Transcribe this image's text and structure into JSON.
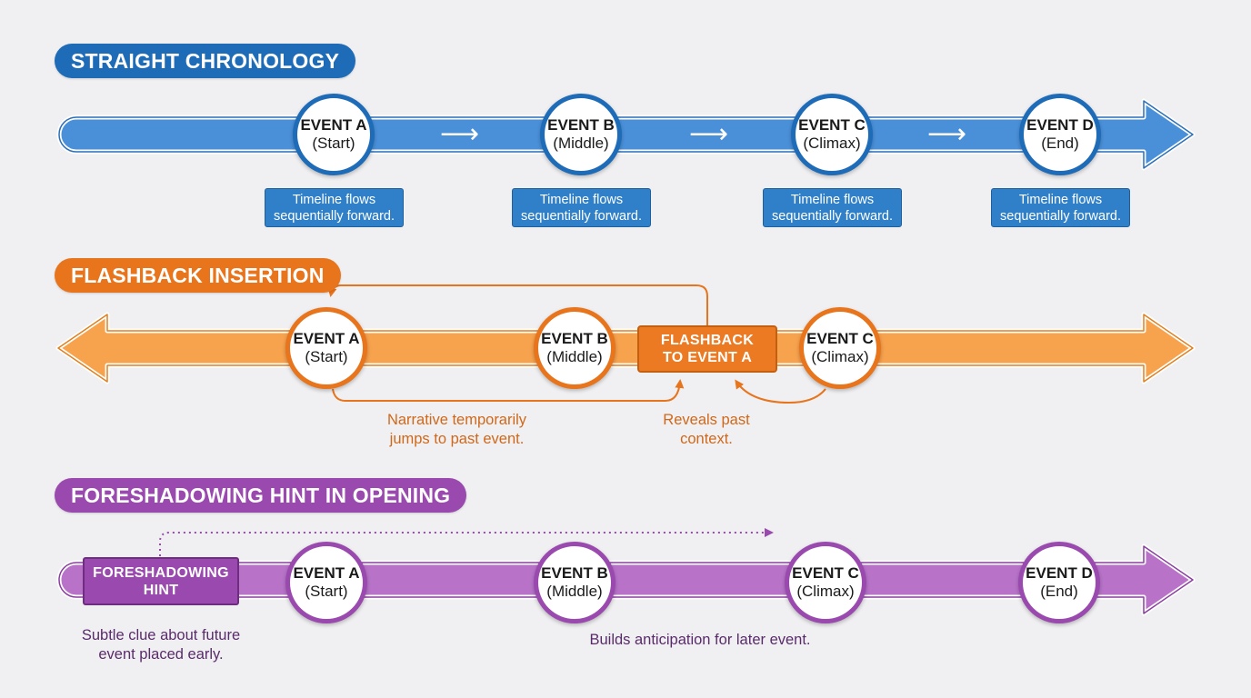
{
  "colors": {
    "blue": "#4a90d9",
    "blue_dark": "#1e6bb8",
    "orange": "#f7a24d",
    "orange_dark": "#e8741c",
    "purple": "#b873c9",
    "purple_dark": "#8a3fa0"
  },
  "straight": {
    "title": "STRAIGHT CHRONOLOGY",
    "events": [
      {
        "name": "EVENT A",
        "sub": "(Start)"
      },
      {
        "name": "EVENT B",
        "sub": "(Middle)"
      },
      {
        "name": "EVENT C",
        "sub": "(Climax)"
      },
      {
        "name": "EVENT D",
        "sub": "(End)"
      }
    ],
    "notes": [
      [
        "Timeline flows",
        "sequentially forward."
      ],
      [
        "Timeline flows",
        "sequentially forward."
      ],
      [
        "Timeline flows",
        "sequentially forward."
      ],
      [
        "Timeline flows",
        "sequentially forward."
      ]
    ],
    "step_arrow_icon": "arrow-right-icon"
  },
  "flashback": {
    "title": "FLASHBACK INSERTION",
    "events": [
      {
        "name": "EVENT A",
        "sub": "(Start)"
      },
      {
        "name": "EVENT B",
        "sub": "(Middle)"
      },
      {
        "name": "EVENT C",
        "sub": "(Climax)"
      }
    ],
    "flashback_box": [
      "FLASHBACK",
      "TO EVENT A"
    ],
    "caption_left": [
      "Narrative temporarily",
      "jumps to past event."
    ],
    "caption_right": [
      "Reveals past",
      "context."
    ]
  },
  "foreshadow": {
    "title": "FORESHADOWING HINT IN OPENING",
    "hint_box": [
      "FORESHADOWING",
      "HINT"
    ],
    "events": [
      {
        "name": "EVENT A",
        "sub": "(Start)"
      },
      {
        "name": "EVENT B",
        "sub": "(Middle)"
      },
      {
        "name": "EVENT C",
        "sub": "(Climax)"
      },
      {
        "name": "EVENT D",
        "sub": "(End)"
      }
    ],
    "caption_left": [
      "Subtle clue about future",
      "event placed early."
    ],
    "caption_right": "Builds anticipation for later event."
  }
}
